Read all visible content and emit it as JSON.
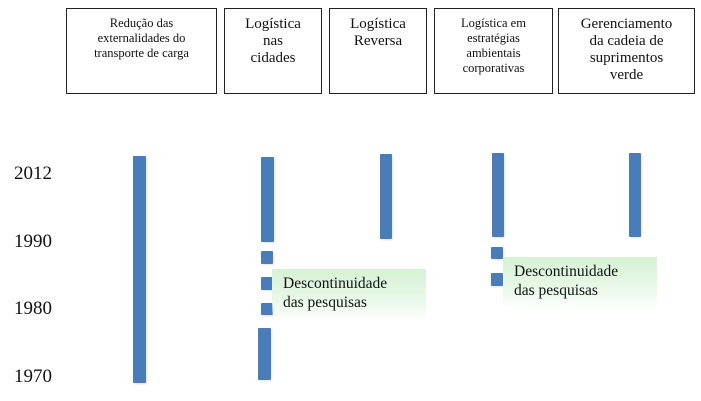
{
  "headers": [
    {
      "label": "Redução das\nexternalidades do\ntransporte de carga"
    },
    {
      "label": "Logística\nnas\ncidades"
    },
    {
      "label": "Logística\nReversa"
    },
    {
      "label": "Logística em\nestratégias\nambientais\ncorporativas"
    },
    {
      "label": "Gerenciamento\nda cadeia de\nsuprimentos\nverde"
    }
  ],
  "years": [
    "2012",
    "1990",
    "1980",
    "1970"
  ],
  "notes": [
    {
      "text": "Descontinuidade\ndas pesquisas"
    },
    {
      "text": "Descontinuidade\ndas pesquisas"
    }
  ],
  "colors": {
    "bar": "#4a7cb8",
    "note_background": "#d6f2d4",
    "box_border": "#222222"
  }
}
